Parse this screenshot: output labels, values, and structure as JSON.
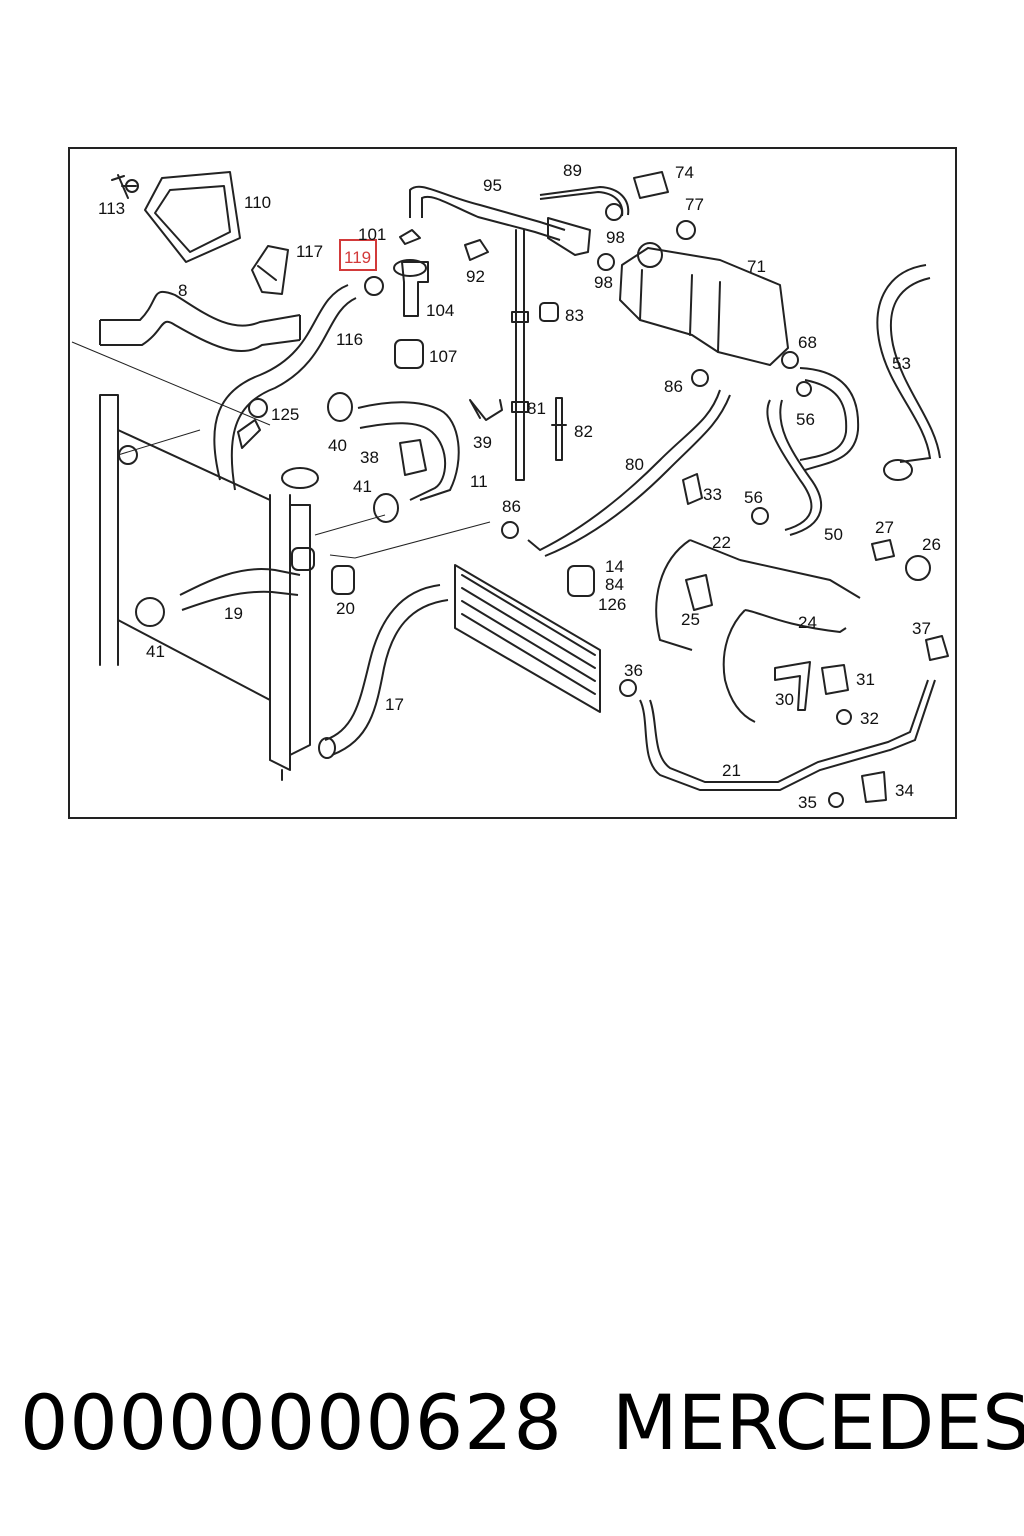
{
  "diagram": {
    "highlighted_label": "119",
    "labels": [
      "113",
      "110",
      "95",
      "89",
      "74",
      "77",
      "71",
      "101",
      "117",
      "8",
      "92",
      "98",
      "98",
      "104",
      "83",
      "53",
      "116",
      "107",
      "68",
      "86",
      "125",
      "40",
      "39",
      "81",
      "82",
      "56",
      "38",
      "80",
      "11",
      "41",
      "33",
      "56",
      "86",
      "50",
      "27",
      "26",
      "22",
      "14",
      "84",
      "126",
      "19",
      "20",
      "25",
      "24",
      "37",
      "41",
      "36",
      "31",
      "30",
      "32",
      "17",
      "21",
      "34",
      "35"
    ]
  },
  "caption": {
    "part_number": "00000000628",
    "brand": "MERCEDES"
  }
}
